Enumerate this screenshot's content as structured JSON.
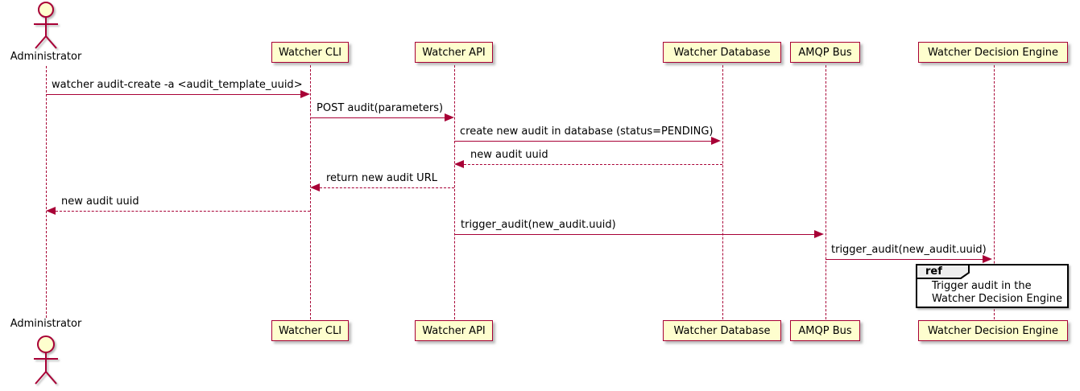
{
  "diagram": {
    "type": "sequence",
    "actors": [
      {
        "name": "Administrator"
      }
    ],
    "participants": [
      "Watcher CLI",
      "Watcher API",
      "Watcher Database",
      "AMQP Bus",
      "Watcher Decision Engine"
    ],
    "messages": [
      {
        "from": "Administrator",
        "to": "Watcher CLI",
        "label": "watcher audit-create -a <audit_template_uuid>",
        "arrow": "solid"
      },
      {
        "from": "Watcher CLI",
        "to": "Watcher API",
        "label": "POST audit(parameters)",
        "arrow": "solid"
      },
      {
        "from": "Watcher API",
        "to": "Watcher Database",
        "label": "create new audit in database (status=PENDING)",
        "arrow": "solid"
      },
      {
        "from": "Watcher Database",
        "to": "Watcher API",
        "label": "new audit uuid",
        "arrow": "dashed-return"
      },
      {
        "from": "Watcher API",
        "to": "Watcher CLI",
        "label": "return new audit URL",
        "arrow": "dashed-return"
      },
      {
        "from": "Watcher CLI",
        "to": "Administrator",
        "label": "new audit uuid",
        "arrow": "dashed-return"
      },
      {
        "from": "Watcher API",
        "to": "AMQP Bus",
        "label": "trigger_audit(new_audit.uuid)",
        "arrow": "solid"
      },
      {
        "from": "AMQP Bus",
        "to": "Watcher Decision Engine",
        "label": "trigger_audit(new_audit.uuid)",
        "arrow": "solid"
      }
    ],
    "ref": {
      "keyword": "ref",
      "over": "Watcher Decision Engine",
      "lines": [
        "Trigger audit in the",
        "Watcher Decision Engine"
      ]
    },
    "colors": {
      "participant_fill": "#FEFECE",
      "line_and_border": "#A80036",
      "ref_header_fill": "#EEEEEE",
      "ref_border": "#000000",
      "text": "#000000",
      "background": "#FFFFFF"
    }
  }
}
